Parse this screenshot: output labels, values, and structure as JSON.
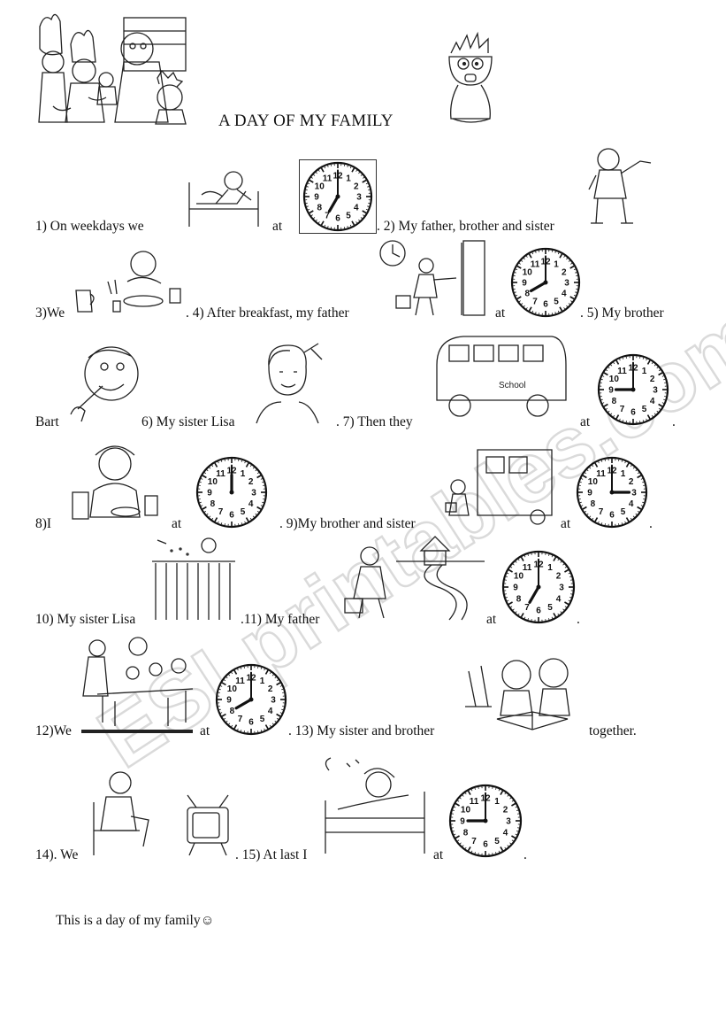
{
  "title": "A DAY OF MY FAMILY",
  "watermark": "ESLprintables.com",
  "lines": {
    "l1a": "1) On weekdays we",
    "l1b": "at",
    "l1c": ". 2) My father, brother and sister",
    "l2a": "3)We",
    "l2b": ". 4) After breakfast, my father",
    "l2c": "at",
    "l2d": ". 5) My brother",
    "l3a": "Bart",
    "l3b": "6) My sister Lisa",
    "l3c": ". 7) Then they",
    "l3d": "at",
    "l3e": ".",
    "l4a": "8)I",
    "l4b": "at",
    "l4c": ". 9)My brother and sister",
    "l4d": "at",
    "l4e": ".",
    "l5a": "10) My sister Lisa",
    "l5b": ".11) My father",
    "l5c": "at",
    "l5d": ".",
    "l6a": "12)We",
    "l6b": "at",
    "l6c": ". 13) My sister and brother",
    "l6d": "together.",
    "l7a": "14). We",
    "l7b": ". 15) At last I",
    "l7c": "at",
    "l7d": ".",
    "footer": "This is a day of my family☺"
  },
  "clocks": [
    {
      "id": "clock-1",
      "time": "7:00"
    },
    {
      "id": "clock-2",
      "time": "8:00"
    },
    {
      "id": "clock-3",
      "time": "9:00"
    },
    {
      "id": "clock-4",
      "time": "12:00"
    },
    {
      "id": "clock-5",
      "time": "3:00"
    },
    {
      "id": "clock-6",
      "time": "7:00"
    },
    {
      "id": "clock-7",
      "time": "8:00"
    },
    {
      "id": "clock-8",
      "time": "9:00"
    }
  ]
}
